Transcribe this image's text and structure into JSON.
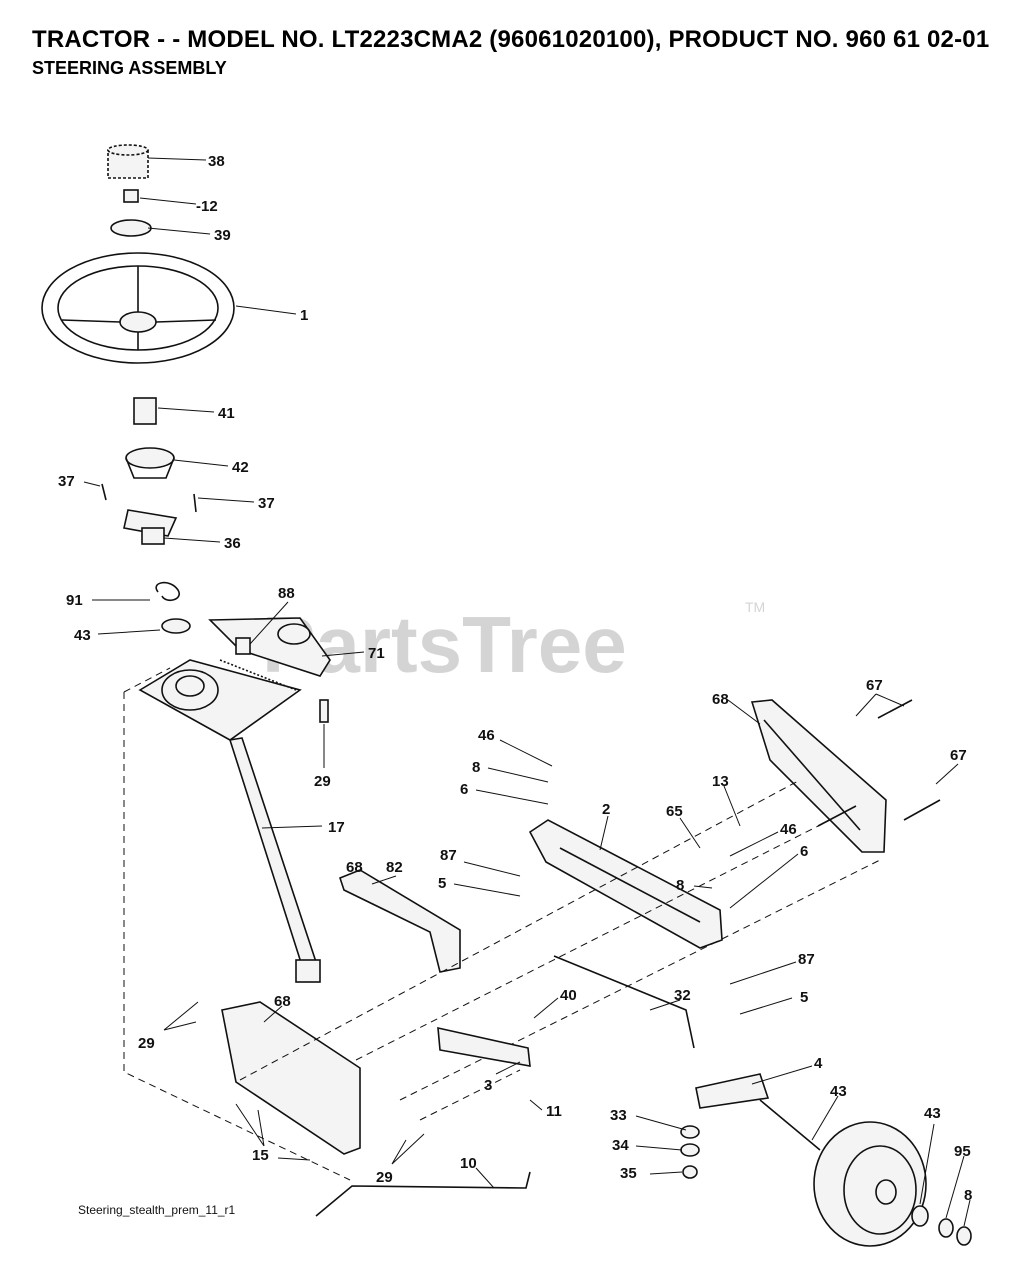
{
  "header": {
    "title": "TRACTOR - - MODEL NO. LT2223CMA2 (96061020100), PRODUCT NO. 960 61 02-01",
    "subtitle": "STEERING ASSEMBLY"
  },
  "watermark": {
    "text": "PartsTree",
    "trademark": "TM"
  },
  "footer": {
    "figure_id": "Steering_stealth_prem_11_r1"
  },
  "callouts": [
    "38",
    "-12",
    "39",
    "1",
    "41",
    "42",
    "37",
    "37",
    "36",
    "91",
    "88",
    "43",
    "71",
    "29",
    "17",
    "82",
    "68",
    "46",
    "8",
    "6",
    "2",
    "65",
    "13",
    "67",
    "67",
    "68",
    "46",
    "87",
    "5",
    "8",
    "6",
    "87",
    "5",
    "32",
    "40",
    "3",
    "11",
    "4",
    "43",
    "29",
    "68",
    "15",
    "29",
    "10",
    "33",
    "34",
    "35",
    "43",
    "95",
    "8"
  ]
}
